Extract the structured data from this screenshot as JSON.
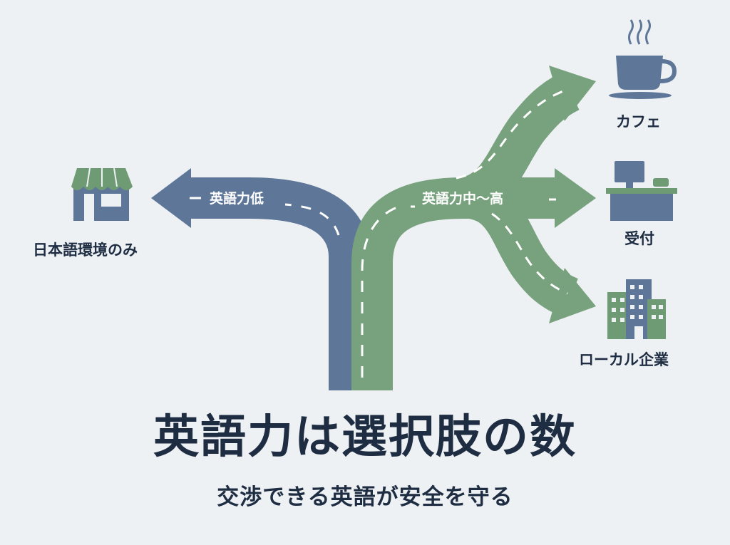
{
  "paths": {
    "low": {
      "label": "英語力低",
      "color": "#5e7799",
      "destination": {
        "label": "日本語環境のみ",
        "icon": "shop-icon"
      }
    },
    "mid_high": {
      "label": "英語力中〜高",
      "color": "#78a27e",
      "destinations": [
        {
          "label": "カフェ",
          "icon": "coffee-cup-icon"
        },
        {
          "label": "受付",
          "icon": "reception-desk-icon"
        },
        {
          "label": "ローカル企業",
          "icon": "office-building-icon"
        }
      ]
    }
  },
  "headline": "英語力は選択肢の数",
  "subheadline": "交渉できる英語が安全を守る"
}
